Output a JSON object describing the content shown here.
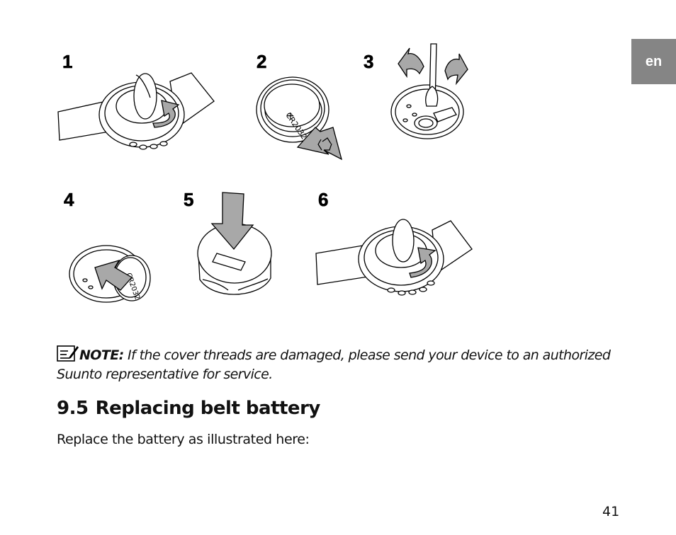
{
  "language_tab": "en",
  "steps": [
    "1",
    "2",
    "3",
    "4",
    "5",
    "6"
  ],
  "note": {
    "label": "NOTE:",
    "text": " If the cover threads are damaged, please send your device to an authorized Suunto representative for service."
  },
  "section": {
    "number": "9.5",
    "title": "Replacing belt battery"
  },
  "body_text": "Replace the battery as illustrated here:",
  "page_number": "41",
  "icons": [
    "rotate-arrow-icon",
    "recycle-icon",
    "note-pencil-icon",
    "down-arrow-icon"
  ],
  "colors": {
    "tab_bg": "#858585",
    "arrow_fill": "#a8a8a8"
  }
}
